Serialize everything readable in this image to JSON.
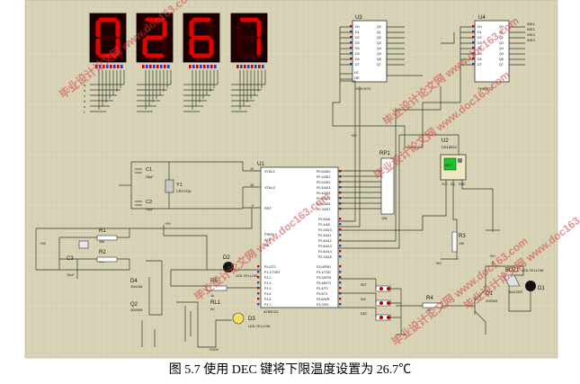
{
  "figure": {
    "caption": "图 5.7 使用 DEC 键将下限温度设置为 26.7℃",
    "display_digits": [
      "0",
      "2",
      "6",
      "7"
    ],
    "watermark": "毕业设计论文网 www.doc163.com",
    "colors": {
      "grid_bg": "#d9d4b8",
      "grid_line": "#c6c0a0",
      "wire": "#2c3a2c",
      "chip_fill": "#ffffff",
      "seg_on": "#e60000",
      "seg_off": "#3a0000",
      "display_bg": "#1e0000",
      "pin_red": "#d00000",
      "pin_blue": "#2b3ccf",
      "lcd_green": "#20c030",
      "watermark": "#d04040"
    }
  },
  "labels": {
    "u1_ref": "U1",
    "u1_xtal1": "XTAL1",
    "u1_xtal2": "XTAL2",
    "u1_rst": "RST",
    "u1_psen": "PSEN",
    "u1_ale": "ALE",
    "u1_ea": "EA",
    "u1_part": "AT89C52",
    "u1_p0": [
      "P0.0/AD0",
      "P0.1/AD1",
      "P0.2/AD2",
      "P0.3/AD3",
      "P0.4/AD4",
      "P0.5/AD5",
      "P0.6/AD6",
      "P0.7/AD7"
    ],
    "u1_p2": [
      "P2.0/A8",
      "P2.1/A9",
      "P2.2/A10",
      "P2.3/A11",
      "P2.4/A12",
      "P2.5/A13",
      "P2.6/A14",
      "P2.7/A15"
    ],
    "u1_p1": [
      "P1.0/T2",
      "P1.1/T2EX",
      "P1.2",
      "P1.3",
      "P1.4",
      "P1.5",
      "P1.6",
      "P1.7"
    ],
    "u1_p3": [
      "P3.0/RXD",
      "P3.1/TXD",
      "P3.2/INT0",
      "P3.3/INT1",
      "P3.4/T0",
      "P3.5/T1",
      "P3.6/WR",
      "P3.7/RD"
    ],
    "u1_pin19": "19",
    "u1_pin18": "18",
    "u1_pin9": "9",
    "u3_ref": "U3",
    "u3_part": "74HC573",
    "u4_ref": "U4",
    "u4_part": "74HC573",
    "latch_d": [
      "D0",
      "D1",
      "D2",
      "D3",
      "D4",
      "D5",
      "D6",
      "D7"
    ],
    "latch_q": [
      "Q0",
      "Q1",
      "Q2",
      "Q3",
      "Q4",
      "Q5",
      "Q6",
      "Q7"
    ],
    "latch_le": "LE",
    "latch_oe": "OE",
    "u4_wires": [
      "WE1",
      "WE2",
      "WE3",
      "WE4"
    ],
    "seg_letters": [
      "a",
      "b",
      "c",
      "d",
      "e",
      "f",
      "g",
      "h"
    ],
    "c1_ref": "C1",
    "c1_val": "20pF",
    "c2_ref": "C2",
    "c2_val": "20pF",
    "y1_ref": "Y1",
    "y1_val": "CRYSTAL",
    "r1_ref": "R1",
    "r1_val": "10k",
    "r2_ref": "R2",
    "r2_val": "10k",
    "c3_ref": "C3",
    "c3_val": "10uF",
    "r3_ref": "R3",
    "r3_val": "10k",
    "r4_ref": "R4",
    "r4_val": "1k",
    "r6_ref": "R6",
    "r6_val": "1k",
    "rp1_ref": "RP1",
    "rp1_val": "10k",
    "d1_ref": "D1",
    "d1_val": "LED-YELLOW",
    "d2_ref": "D2",
    "d2_val": "LED-YELLOW",
    "d3_ref": "D3",
    "d3_val": "LED-YELLOW",
    "d4_ref": "D4",
    "d4_val": "1N4148",
    "q1_ref": "Q1",
    "q1_val": "2N2905",
    "q2_ref": "Q2",
    "q2_val": "2N2905",
    "rl1_ref": "RL1",
    "rl1_val": "5V",
    "buz_ref": "BUZ1",
    "buz_val": "BUZZER",
    "u2_ref": "U2",
    "u2_part": "DS18B20",
    "u2_pins": [
      "VCC",
      "DQ",
      "GND"
    ],
    "u2_readout": "26.7",
    "plus5v": "+5V",
    "plus220v": "+220V",
    "sw_labels": [
      "SET",
      "INC",
      "DEC"
    ]
  }
}
